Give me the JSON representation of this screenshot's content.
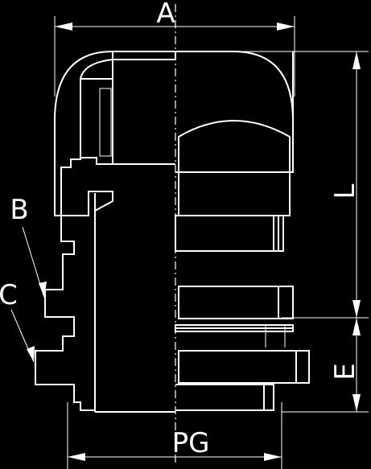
{
  "drawing": {
    "labels": {
      "a": "A",
      "b": "B",
      "c": "C",
      "l": "L",
      "e": "E",
      "pg": "PG"
    },
    "colors": {
      "background": "#000000",
      "line": "#ffffff"
    }
  }
}
